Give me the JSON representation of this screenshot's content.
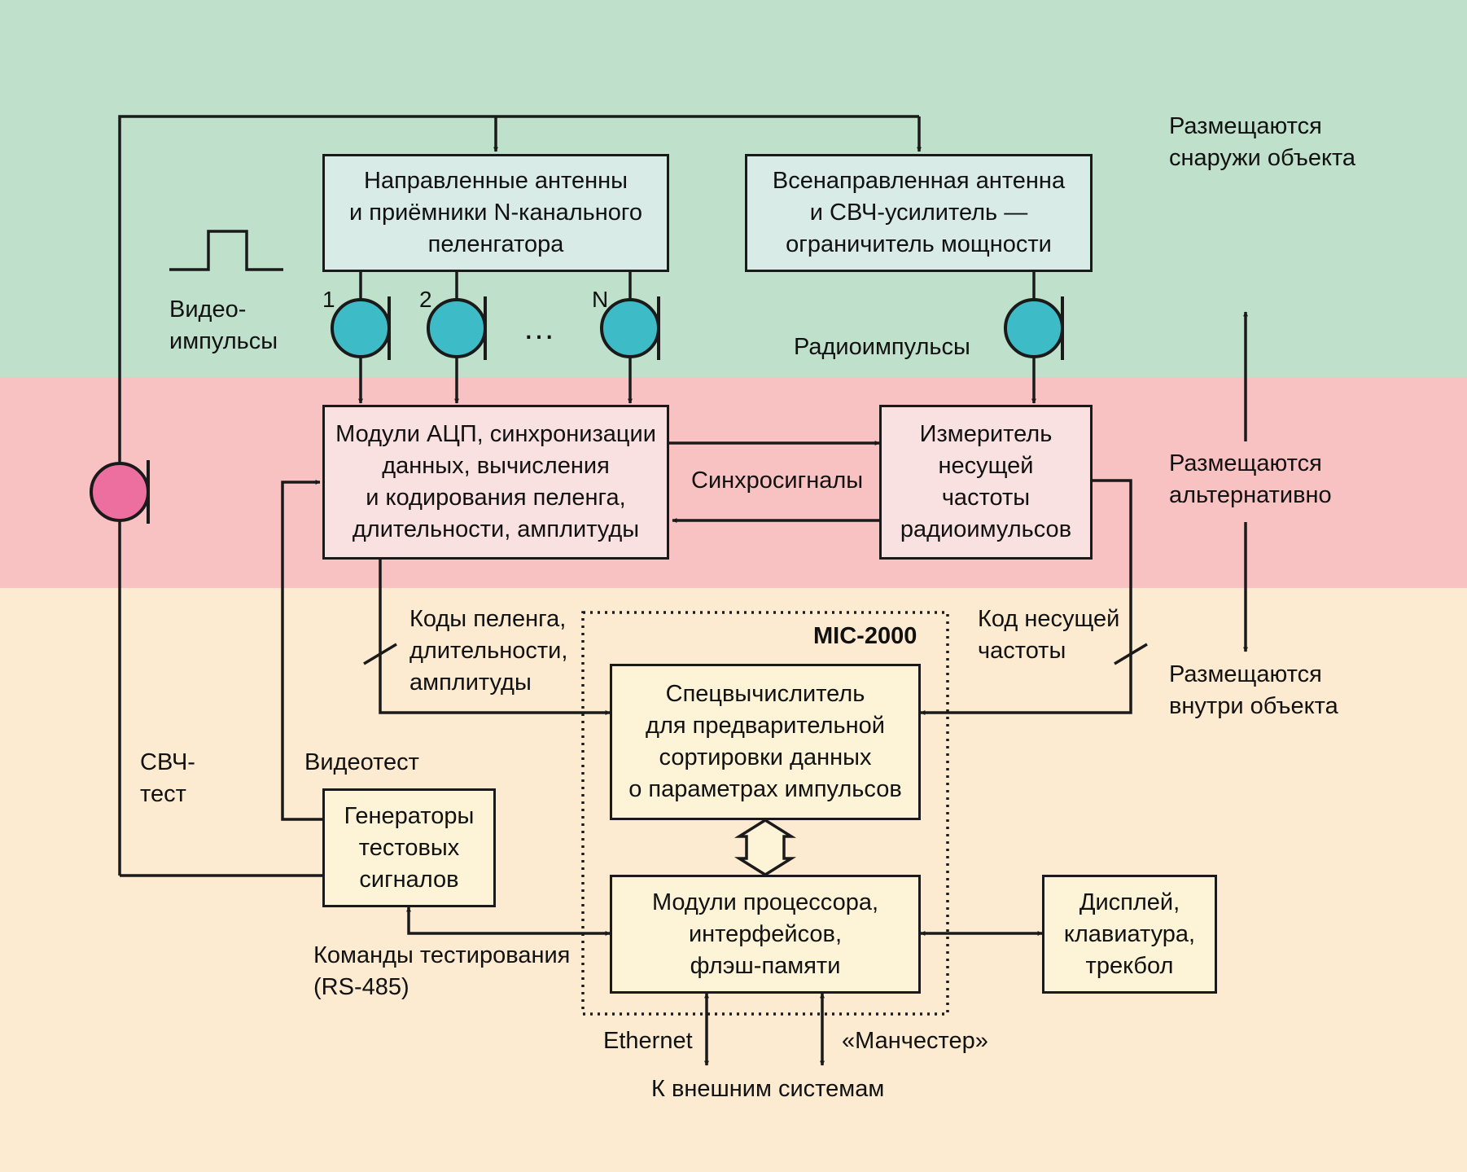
{
  "zones": {
    "colors": {
      "outside": "#bfe1cc",
      "alternative": "#f9c2c2",
      "inside": "#fdebd1"
    },
    "outside_label": "Размещаются\nснаружи объекта",
    "alternative_label": "Размещаются\nальтернативно",
    "inside_label": "Размещаются\nвнутри объекта"
  },
  "boxes": {
    "directional_antennas": "Направленные антенны\nи приёмники N-канального\nпеленгатора",
    "omni_antenna": "Всенаправленная антенна\nи СВЧ-усилитель —\nограничитель мощности",
    "adc_modules": "Модули АЦП, синхронизации\nданных, вычисления\nи кодирования пеленга,\nдлительности, амплитуды",
    "frequency_meter": "Измеритель\nнесущей\nчастоты\nрадиоимульсов",
    "special_computer": "Спецвычислитель\nдля предварительной\nсортировки данных\nо параметрах импульсов",
    "processor_modules": "Модули процессора,\nинтерфейсов,\nфлэш-памяти",
    "test_generators": "Генераторы\nтестовых\nсигналов",
    "display": "Дисплей,\nклавиатура,\nтрекбол"
  },
  "labels": {
    "video_pulses": "Видео-\nимпульсы",
    "radio_pulses": "Радиоимпульсы",
    "sync_signals": "Синхросигналы",
    "bearing_codes": "Коды пеленга,\nдлительности,\nамплитуды",
    "carrier_code": "Код несущей\nчастоты",
    "mic_2000": "MIC-2000",
    "microwave_test": "СВЧ-\nтест",
    "video_test": "Видеотест",
    "test_commands": "Команды тестирования\n(RS-485)",
    "ethernet": "Ethernet",
    "manchester": "«Манчестер»",
    "external_systems": "К внешним системам",
    "channel_1": "1",
    "channel_2": "2",
    "channel_n": "N",
    "ellipsis": "…"
  },
  "colors": {
    "receiver": "#3dbcc8",
    "microwave_coupler": "#ec6fa0",
    "line": "#1a1a1a"
  }
}
